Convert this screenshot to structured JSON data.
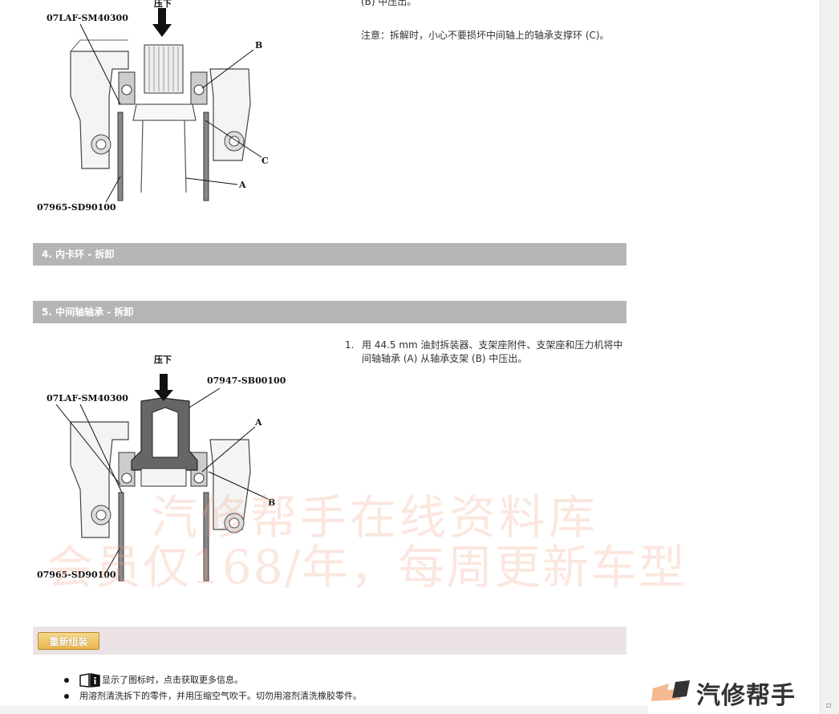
{
  "top_text": {
    "cut_line": "(B) 中压出。",
    "caution": "注意：拆解时，小心不要损坏中间轴上的轴承支撑环 (C)。"
  },
  "figure1": {
    "press_label": "压下",
    "tool_top": "07LAF-SM40300",
    "tool_bottom": "07965-SD90100",
    "label_b": "B",
    "label_c": "C",
    "label_a": "A"
  },
  "sections": {
    "s4": "4. 内卡环 - 拆卸",
    "s5": "5. 中间轴轴承 - 拆卸"
  },
  "step1": {
    "number": "1.",
    "text": "用 44.5 mm 油封拆装器、支架座附件、支架座和压力机将中间轴轴承 (A) 从轴承支架 (B) 中压出。"
  },
  "figure2": {
    "press_label": "压下",
    "tool_driver": "07947-SB00100",
    "tool_top": "07LAF-SM40300",
    "tool_bottom": "07965-SD90100",
    "label_a": "A",
    "label_b": "B"
  },
  "reassembly": {
    "button": "重新组装"
  },
  "bullets": [
    "显示了图标时，点击获取更多信息。",
    "用溶剂清洗拆下的零件，并用压缩空气吹干。切勿用溶剂清洗橡胶零件。"
  ],
  "watermark": {
    "line1": "汽修帮手在线资料库",
    "line2": "会员仅168/年，每周更新车型"
  },
  "logo": {
    "text": "汽修帮手"
  },
  "colors": {
    "section_bar": "#b5b5b5",
    "reassembly_bar": "#ebe3e3",
    "reassembly_button": "#e8b64a",
    "watermark": "#f0aa8c"
  }
}
